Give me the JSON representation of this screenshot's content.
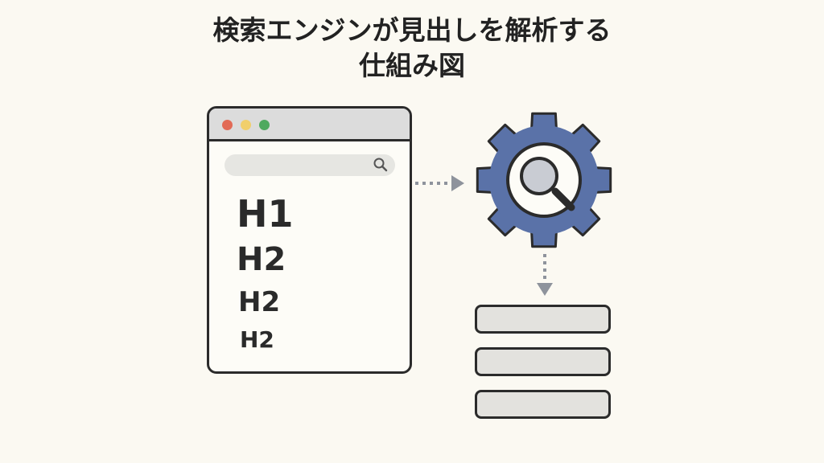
{
  "title": {
    "line1": "検索エンジンが見出しを解析する",
    "line2": "仕組み図"
  },
  "browser": {
    "headings": [
      "H1",
      "H2",
      "H2",
      "H2"
    ]
  },
  "colors": {
    "background": "#fbf9f2",
    "gear_blue": "#5a72a8",
    "outline": "#2b2b2b",
    "arrow_gray": "#8e939c",
    "dot_red": "#e26a56",
    "dot_yellow": "#f1cf6b",
    "dot_green": "#4fa95f"
  },
  "icons": {
    "search": "search-icon",
    "engine": "gear-magnifier-icon",
    "database": "database-rows-icon"
  }
}
